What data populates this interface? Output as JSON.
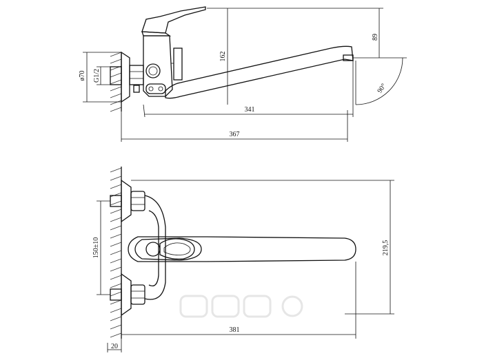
{
  "side_view": {
    "dimensions": {
      "handle_height": "89",
      "body_height": "162",
      "flange_diameter": "ø70",
      "thread": "G1/2",
      "spout_angle": "90°",
      "spout_reach": "341",
      "total_length": "367"
    }
  },
  "top_view": {
    "dimensions": {
      "center_distance": "150±10",
      "total_height": "219,5",
      "spout_reach": "381",
      "wall_offset": "20"
    }
  },
  "colors": {
    "line": "#111111",
    "watermark": "#e6e6e6",
    "background": "#ffffff"
  }
}
